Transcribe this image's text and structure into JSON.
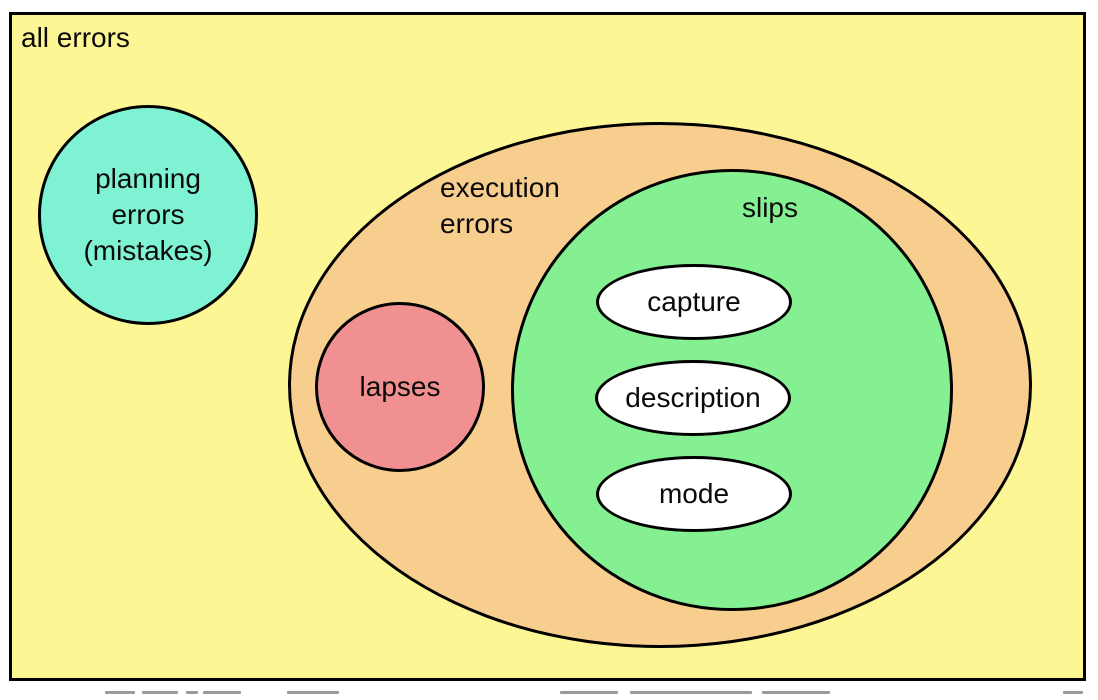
{
  "diagram": {
    "title": "all errors",
    "sets": {
      "planning": {
        "label_lines": [
          "planning",
          "errors",
          "(mistakes)"
        ],
        "color": "#7FF2D4"
      },
      "execution": {
        "label_lines": [
          "execution",
          "errors"
        ],
        "color": "#F8CE8E"
      },
      "lapses": {
        "label": "lapses",
        "color": "#F19090"
      },
      "slips": {
        "label": "slips",
        "color": "#84F091"
      },
      "slip_types": [
        {
          "label": "capture",
          "color": "#FFFFFF"
        },
        {
          "label": "description",
          "color": "#FFFFFF"
        },
        {
          "label": "mode",
          "color": "#FFFFFF"
        }
      ]
    },
    "colors": {
      "frame_fill": "#FCF794",
      "outline": "#000000",
      "page_background": "#FFFFFF"
    }
  }
}
